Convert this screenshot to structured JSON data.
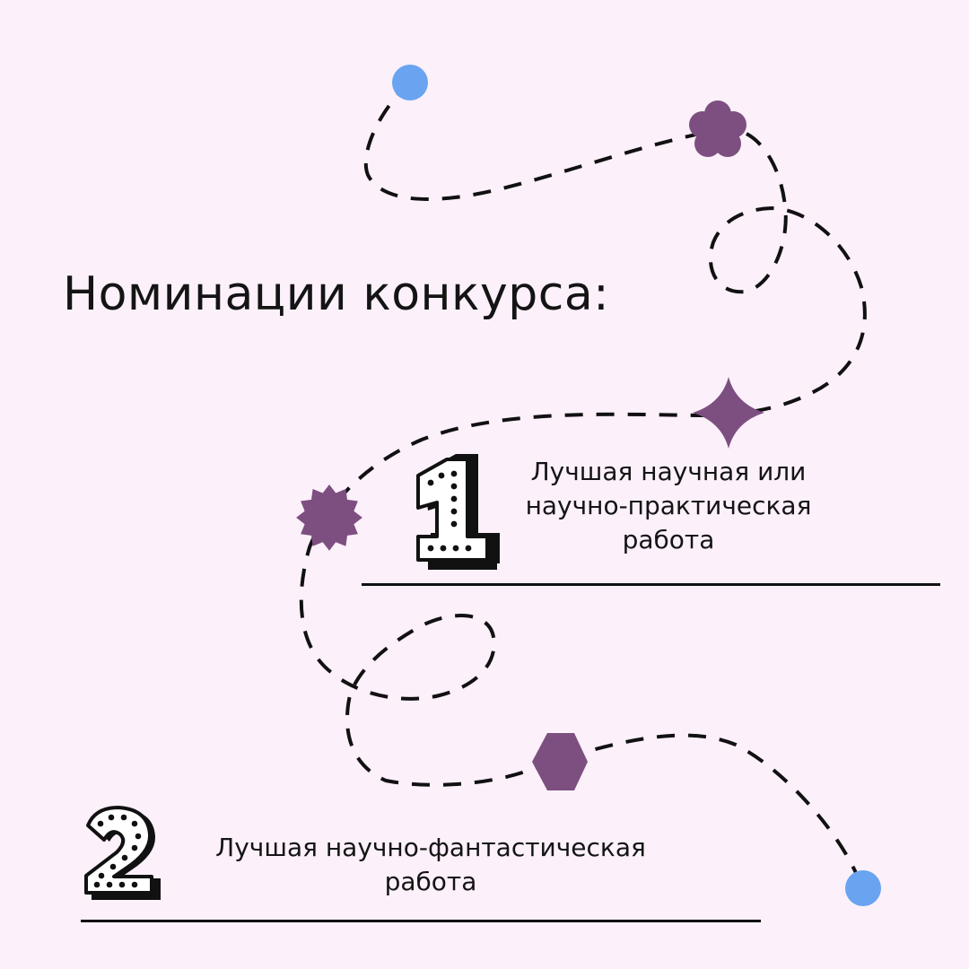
{
  "title": "Номинации конкурса:",
  "nominations": [
    {
      "number": "1",
      "lines": [
        "Лучшая научная или",
        "научно-практическая",
        "работа"
      ]
    },
    {
      "number": "2",
      "lines": [
        "Лучшая научно-фантастическая",
        "работа"
      ]
    }
  ],
  "colors": {
    "background": "#fcf0fb",
    "accent_purple": "#7d4f80",
    "accent_blue": "#6aa3f0",
    "ink": "#141414"
  },
  "decorations": [
    "blue-dot-icon",
    "flower-icon",
    "four-point-star-icon",
    "burst-icon",
    "hexagon-icon",
    "blue-dot-icon"
  ]
}
